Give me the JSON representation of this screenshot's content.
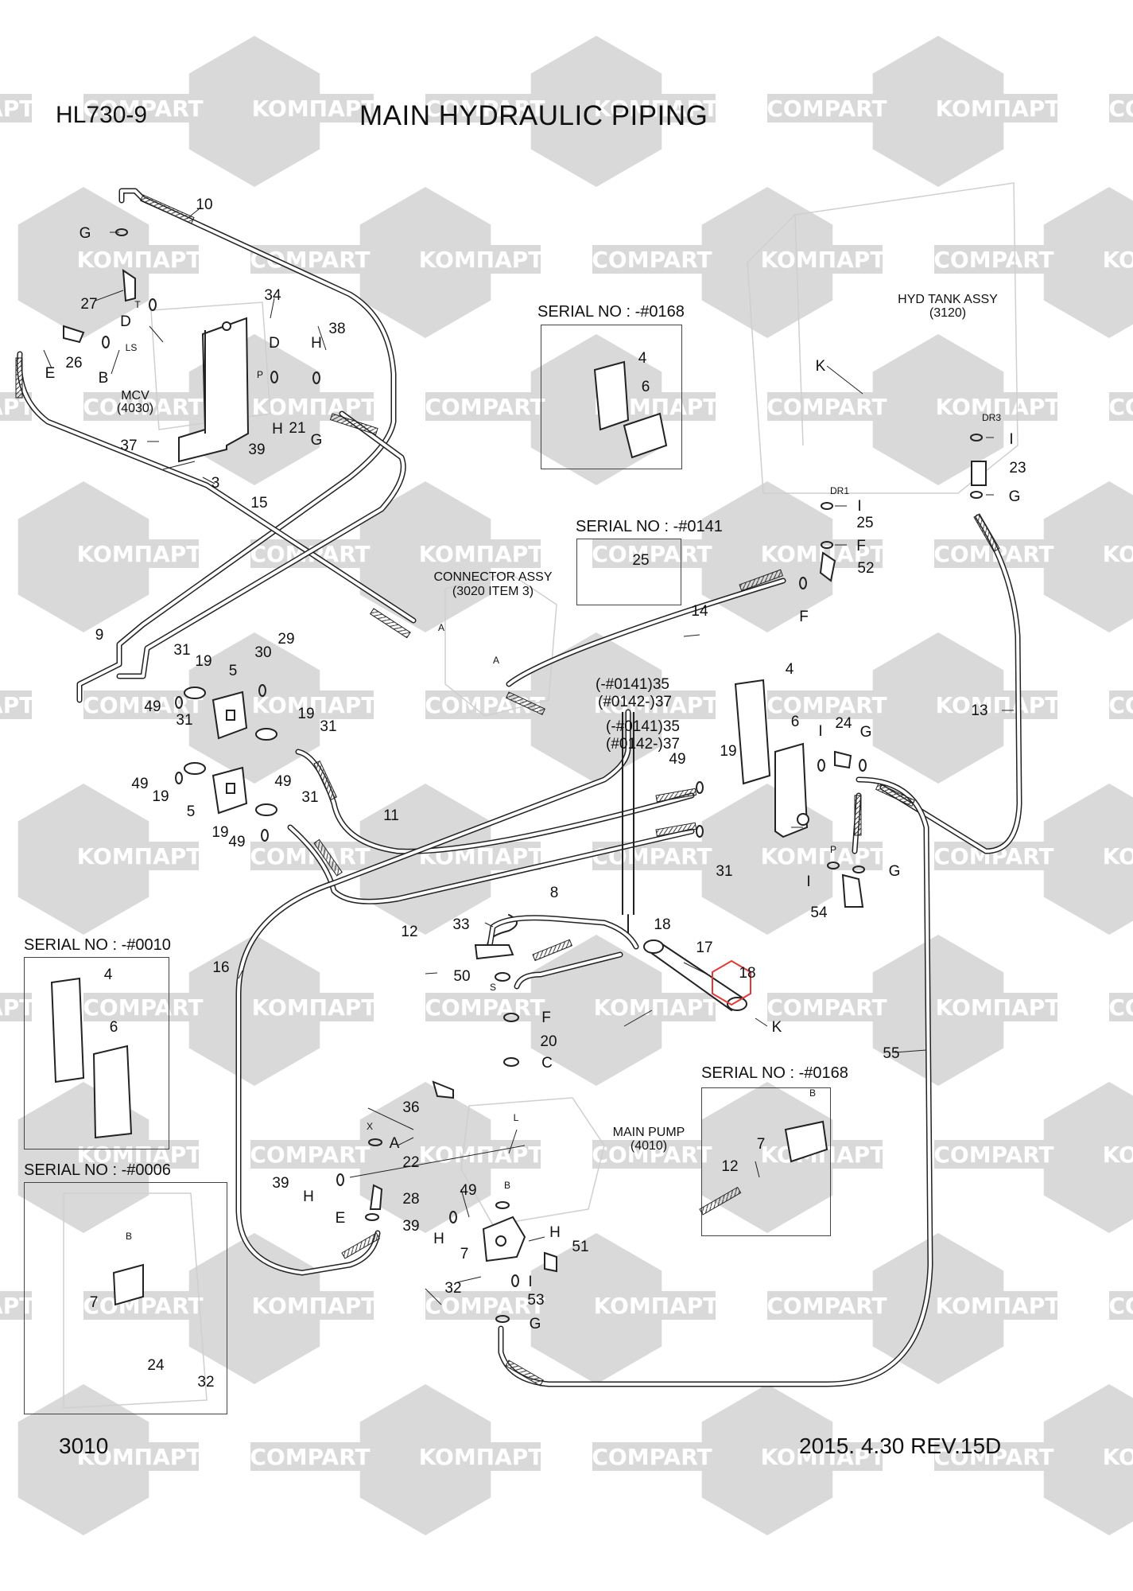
{
  "header": {
    "model": "HL730-9",
    "title": "MAIN HYDRAULIC PIPING"
  },
  "footer": {
    "page": "3010",
    "revision": "2015. 4.30  REV.15D"
  },
  "watermark": {
    "text_cyrillic": "KOMПАРТ",
    "text_latin": "COMPART",
    "color": "#d9d9d9"
  },
  "highlight": {
    "part": "18",
    "color": "#e53935",
    "shape": "hexagon"
  },
  "assemblies": {
    "mcv": {
      "name": "MCV",
      "code": "(4030)"
    },
    "hyd_tank": {
      "name": "HYD TANK ASSY",
      "code": "(3120)"
    },
    "connector": {
      "name": "CONNECTOR ASSY",
      "code": "(3020 ITEM 3)"
    },
    "main_pump": {
      "name": "MAIN PUMP",
      "code": "(4010)"
    }
  },
  "serial_boxes": {
    "s0168_top": {
      "title": "SERIAL NO : -#0168",
      "parts": [
        "4",
        "6"
      ]
    },
    "s0141": {
      "title": "SERIAL NO : -#0141",
      "parts": [
        "25"
      ]
    },
    "s0010": {
      "title": "SERIAL NO : -#0010",
      "parts": [
        "4",
        "6"
      ]
    },
    "s0006": {
      "title": "SERIAL NO : -#0006",
      "parts": [
        "B",
        "7",
        "24",
        "32"
      ]
    },
    "s0168_bottom": {
      "title": "SERIAL NO : -#0168",
      "parts": [
        "B",
        "7",
        "12"
      ]
    }
  },
  "serial_notes": {
    "n1": "(-#0141)35",
    "n2": "(#0142-)37",
    "n3": "(-#0141)35",
    "n4": "(#0142-)37"
  },
  "port_letters": {
    "T": "T",
    "LS": "LS",
    "P": "P",
    "DR1": "DR1",
    "DR3": "DR3",
    "A": "A",
    "S": "S",
    "L": "L",
    "X": "X",
    "B": "B"
  },
  "callouts": {
    "c10": "10",
    "cG1": "G",
    "c27": "27",
    "cD1": "D",
    "c34": "34",
    "c26": "26",
    "cE1": "E",
    "cB1": "B",
    "cD2": "D",
    "cH1": "H",
    "c38": "38",
    "c37": "37",
    "c39a": "39",
    "c21": "21",
    "cG2": "G",
    "cH2": "H",
    "c3": "3",
    "c15": "15",
    "c4a": "4",
    "c6a": "6",
    "cK1": "K",
    "cI1": "I",
    "c23": "23",
    "cG3": "G",
    "cI2": "I",
    "c25a": "25",
    "cF1": "F",
    "c52": "52",
    "c25b": "25",
    "c14": "14",
    "cF2": "F",
    "c9": "9",
    "c31a": "31",
    "c19a": "19",
    "c30": "30",
    "c29": "29",
    "c5a": "5",
    "c49a": "49",
    "c31b": "31",
    "c19b": "19",
    "c31c": "31",
    "c49b": "49",
    "c19c": "19",
    "c5b": "5",
    "c49c": "49",
    "c19d": "19",
    "c31d": "31",
    "c49d": "49",
    "c11": "11",
    "c4b": "4",
    "c6b": "6",
    "cI3": "I",
    "c24a": "24",
    "cG4": "G",
    "c13": "13",
    "c49e": "49",
    "c19e": "19",
    "c31e": "31",
    "cI4": "I",
    "cG5": "G",
    "c54": "54",
    "c8": "8",
    "c33": "33",
    "c18a": "18",
    "c17": "17",
    "c18b": "18",
    "cK2": "K",
    "c12a": "12",
    "c16": "16",
    "c50": "50",
    "cF3": "F",
    "c20": "20",
    "cC1": "C",
    "c55": "55",
    "c4c": "4",
    "c6c": "6",
    "c36": "36",
    "cA1": "A",
    "c22": "22",
    "c39b": "39",
    "cH3": "H",
    "c28": "28",
    "cE2": "E",
    "c49f": "49",
    "c39c": "39",
    "cH4": "H",
    "c7a": "7",
    "cH5": "H",
    "c51": "51",
    "cI5": "I",
    "c32a": "32",
    "c53": "53",
    "cG6": "G",
    "c7b": "7",
    "c12b": "12",
    "c7c": "7",
    "c24b": "24",
    "c32b": "32"
  }
}
